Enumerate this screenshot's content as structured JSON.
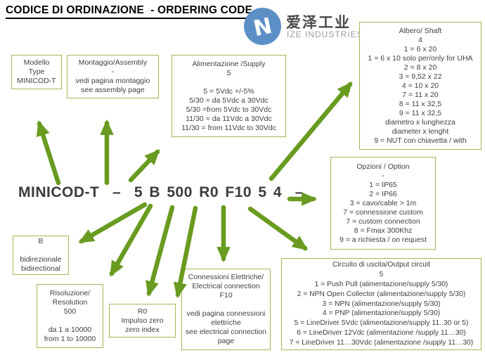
{
  "title": "CODICE DI ORDINAZIONE  - ORDERING CODE",
  "logo": {
    "name_cn": "爱泽工业",
    "name_en": "IZE INDUSTRIES"
  },
  "ordering_code": "MINICOD-T  –  5 B 500 R0 F10 5 4  –",
  "colors": {
    "arrow_green": "#689b1f",
    "box_border": "#9cba58",
    "text_dark": "#3f3f41",
    "logo_blue": "#5d8fc7",
    "logo_gray": "#9a9ba0",
    "logo_dark": "#4b4b4d"
  },
  "boxes": {
    "modello": {
      "lines": [
        "Modello",
        "Type",
        "MINICOD-T"
      ]
    },
    "montaggio": {
      "lines": [
        "Montaggio/Assembly",
        "-",
        "vedi pagina montaggio",
        "see assembly page"
      ]
    },
    "alimentazione": {
      "lines": [
        "Alimentazione /Supply",
        "5",
        "",
        "5 = 5Vdc +/-5%",
        "5/30 = da 5Vdc a 30Vdc",
        "5/30 =from 5Vdc to 30Vdc",
        "11/30 = da 11Vdc a 30Vdc",
        "11/30 = from 11Vdc to 30Vdc"
      ]
    },
    "albero": {
      "lines": [
        "Albero/ Shaft",
        "4",
        "1 = 6 x 20",
        "1 = 6 x 10 solo per/only for UHA",
        "2 = 8 x 20",
        "3 = 9,52 x 22",
        "4 = 10 x 20",
        "7 = 11 x 20",
        "8 = 11 x 32,5",
        "9 = 11 x 32,5",
        "diametro x lunghezza",
        "diameter x lenght",
        "9 = NUT con chiavetta / with"
      ]
    },
    "opzioni": {
      "lines": [
        "Opzioni / Option",
        "-",
        "1 = IP65",
        "2 = IP66",
        "3 = cavo/cable > 1m",
        "7 = connessione custom",
        "7 = custom connection",
        "8 = Fmax 300Khz",
        "9 = a richiesta / on request"
      ]
    },
    "b_direction": {
      "lines": [
        "B",
        "",
        "bidirezionale",
        "bidirectional"
      ]
    },
    "risoluzione": {
      "lines": [
        "Risoluzione/",
        "Resolution",
        "500",
        "",
        "da 1 a 10000",
        "from 1 to 10000"
      ]
    },
    "r0": {
      "lines": [
        "R0",
        "Impulso zero",
        "zero index"
      ]
    },
    "connessioni": {
      "lines": [
        "Connessioni Elettriche/",
        "Electrical connection",
        "F10",
        "",
        "vedi pagina connessioni",
        "elettriche",
        "see electrical connection",
        "page"
      ]
    },
    "circuito": {
      "lines": [
        "Circuito di uscita/Output circuit",
        "5",
        "1 = Push Pull (alimentazione/supply 5/30)",
        "2 = NPN Open Collector (alimentazione/supply 5/30)",
        "3 = NPN (alimentazione/supply 5/30)",
        "4 = PNP (alimentazione/supply 5/30)",
        "5 = LineDriver 5Vdc (alimentazione/supply 11..30 or 5)",
        "6 = LineDriver 12Vdc (alimentazione /supply 11…30)",
        "7 = LineDriver 11…30Vdc  (alimentazione /supply 11…30)"
      ]
    }
  }
}
